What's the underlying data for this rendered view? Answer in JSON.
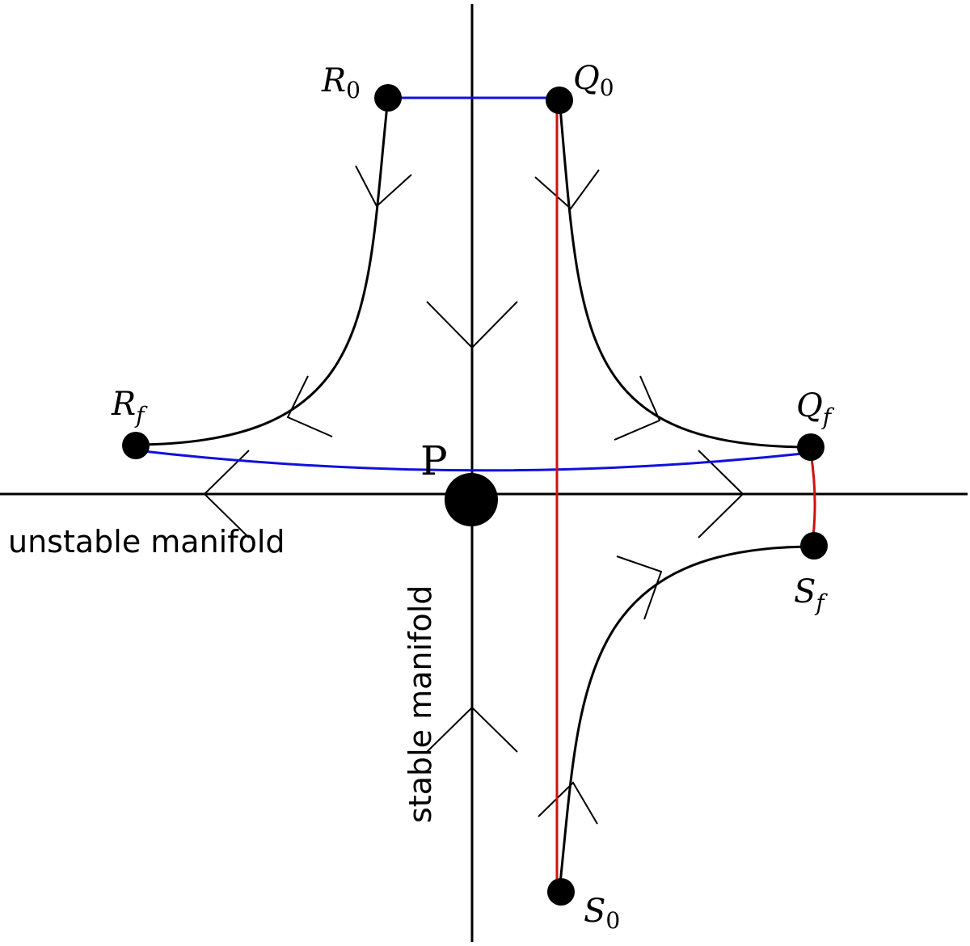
{
  "labels": {
    "saddle_point": "P",
    "unstable_manifold": "unstable manifold",
    "stable_manifold": "stable manifold"
  },
  "points": {
    "R0": {
      "base": "R",
      "sub": "0"
    },
    "Q0": {
      "base": "Q",
      "sub": "0"
    },
    "Rf": {
      "base": "R",
      "sub": "f"
    },
    "Qf": {
      "base": "Q",
      "sub": "f"
    },
    "Sf": {
      "base": "S",
      "sub": "f"
    },
    "S0": {
      "base": "S",
      "sub": "0"
    }
  },
  "colors": {
    "axes": "#000000",
    "trajectories": "#000000",
    "blue_segments": "#1010e0",
    "red_segments": "#d01010"
  }
}
